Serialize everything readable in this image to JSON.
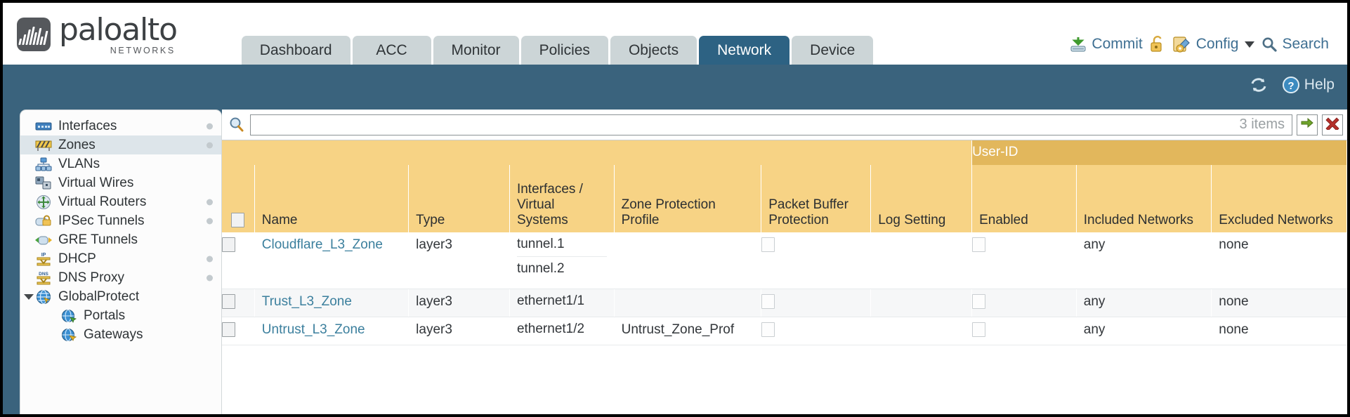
{
  "brand": {
    "name": "paloalto",
    "tagline": "NETWORKS",
    "logo_icon": "paloalto-logo-icon"
  },
  "tabs": [
    {
      "label": "Dashboard",
      "active": false
    },
    {
      "label": "ACC",
      "active": false
    },
    {
      "label": "Monitor",
      "active": false
    },
    {
      "label": "Policies",
      "active": false
    },
    {
      "label": "Objects",
      "active": false
    },
    {
      "label": "Network",
      "active": true
    },
    {
      "label": "Device",
      "active": false
    }
  ],
  "toolbar": {
    "commit_label": "Commit",
    "commit_icon": "commit-save-icon",
    "lock_icon": "unlocked-padlock-icon",
    "config_label": "Config",
    "config_icon": "config-wrench-icon",
    "config_caret_icon": "chevron-down-icon",
    "search_label": "Search",
    "search_icon": "magnifier-icon"
  },
  "band": {
    "refresh_icon": "refresh-icon",
    "help_label": "Help",
    "help_icon": "help-question-icon"
  },
  "sidebar": {
    "items": [
      {
        "label": "Interfaces",
        "icon": "interfaces-icon",
        "selected": false,
        "dot": true,
        "child": false,
        "twisty": false
      },
      {
        "label": "Zones",
        "icon": "zones-icon",
        "selected": true,
        "dot": true,
        "child": false,
        "twisty": false
      },
      {
        "label": "VLANs",
        "icon": "vlans-icon",
        "selected": false,
        "dot": false,
        "child": false,
        "twisty": false
      },
      {
        "label": "Virtual Wires",
        "icon": "virtual-wires-icon",
        "selected": false,
        "dot": false,
        "child": false,
        "twisty": false
      },
      {
        "label": "Virtual Routers",
        "icon": "virtual-routers-icon",
        "selected": false,
        "dot": true,
        "child": false,
        "twisty": false
      },
      {
        "label": "IPSec Tunnels",
        "icon": "ipsec-tunnels-icon",
        "selected": false,
        "dot": true,
        "child": false,
        "twisty": false
      },
      {
        "label": "GRE Tunnels",
        "icon": "gre-tunnels-icon",
        "selected": false,
        "dot": false,
        "child": false,
        "twisty": false
      },
      {
        "label": "DHCP",
        "icon": "dhcp-icon",
        "selected": false,
        "dot": true,
        "child": false,
        "twisty": false
      },
      {
        "label": "DNS Proxy",
        "icon": "dns-proxy-icon",
        "selected": false,
        "dot": true,
        "child": false,
        "twisty": false
      },
      {
        "label": "GlobalProtect",
        "icon": "globalprotect-icon",
        "selected": false,
        "dot": false,
        "child": false,
        "twisty": true
      },
      {
        "label": "Portals",
        "icon": "portals-icon",
        "selected": false,
        "dot": false,
        "child": true,
        "twisty": false
      },
      {
        "label": "Gateways",
        "icon": "gateways-icon",
        "selected": false,
        "dot": false,
        "child": true,
        "twisty": false
      }
    ]
  },
  "search": {
    "value": "",
    "placeholder": "",
    "item_count": "3 items",
    "magnifier_icon": "magnifier-search-icon",
    "apply_icon": "green-arrow-apply-icon",
    "clear_icon": "red-x-clear-icon"
  },
  "table": {
    "group_header": {
      "label": "User-ID",
      "span": 3
    },
    "columns": [
      "Name",
      "Type",
      "Interfaces / Virtual Systems",
      "Zone Protection Profile",
      "Packet Buffer Protection",
      "Log Setting",
      "Enabled",
      "Included Networks",
      "Excluded Networks"
    ],
    "select_all_checkbox": false,
    "rows": [
      {
        "selected": false,
        "name": "Cloudflare_L3_Zone",
        "type": "layer3",
        "interfaces": [
          "tunnel.1",
          "tunnel.2"
        ],
        "zone_protection_profile": "",
        "packet_buffer_protection": false,
        "log_setting": "",
        "userid_enabled": false,
        "included_networks": "any",
        "excluded_networks": "none"
      },
      {
        "selected": false,
        "name": "Trust_L3_Zone",
        "type": "layer3",
        "interfaces": [
          "ethernet1/1"
        ],
        "zone_protection_profile": "",
        "packet_buffer_protection": false,
        "log_setting": "",
        "userid_enabled": false,
        "included_networks": "any",
        "excluded_networks": "none"
      },
      {
        "selected": false,
        "name": "Untrust_L3_Zone",
        "type": "layer3",
        "interfaces": [
          "ethernet1/2"
        ],
        "zone_protection_profile": "Untrust_Zone_Prof",
        "packet_buffer_protection": false,
        "log_setting": "",
        "userid_enabled": false,
        "included_networks": "any",
        "excluded_networks": "none"
      }
    ]
  },
  "colors": {
    "header_band": "#3a637d",
    "active_tab": "#2d6283",
    "table_header": "#f7d385",
    "group_header": "#e2b75c",
    "link": "#3b7f9d"
  }
}
